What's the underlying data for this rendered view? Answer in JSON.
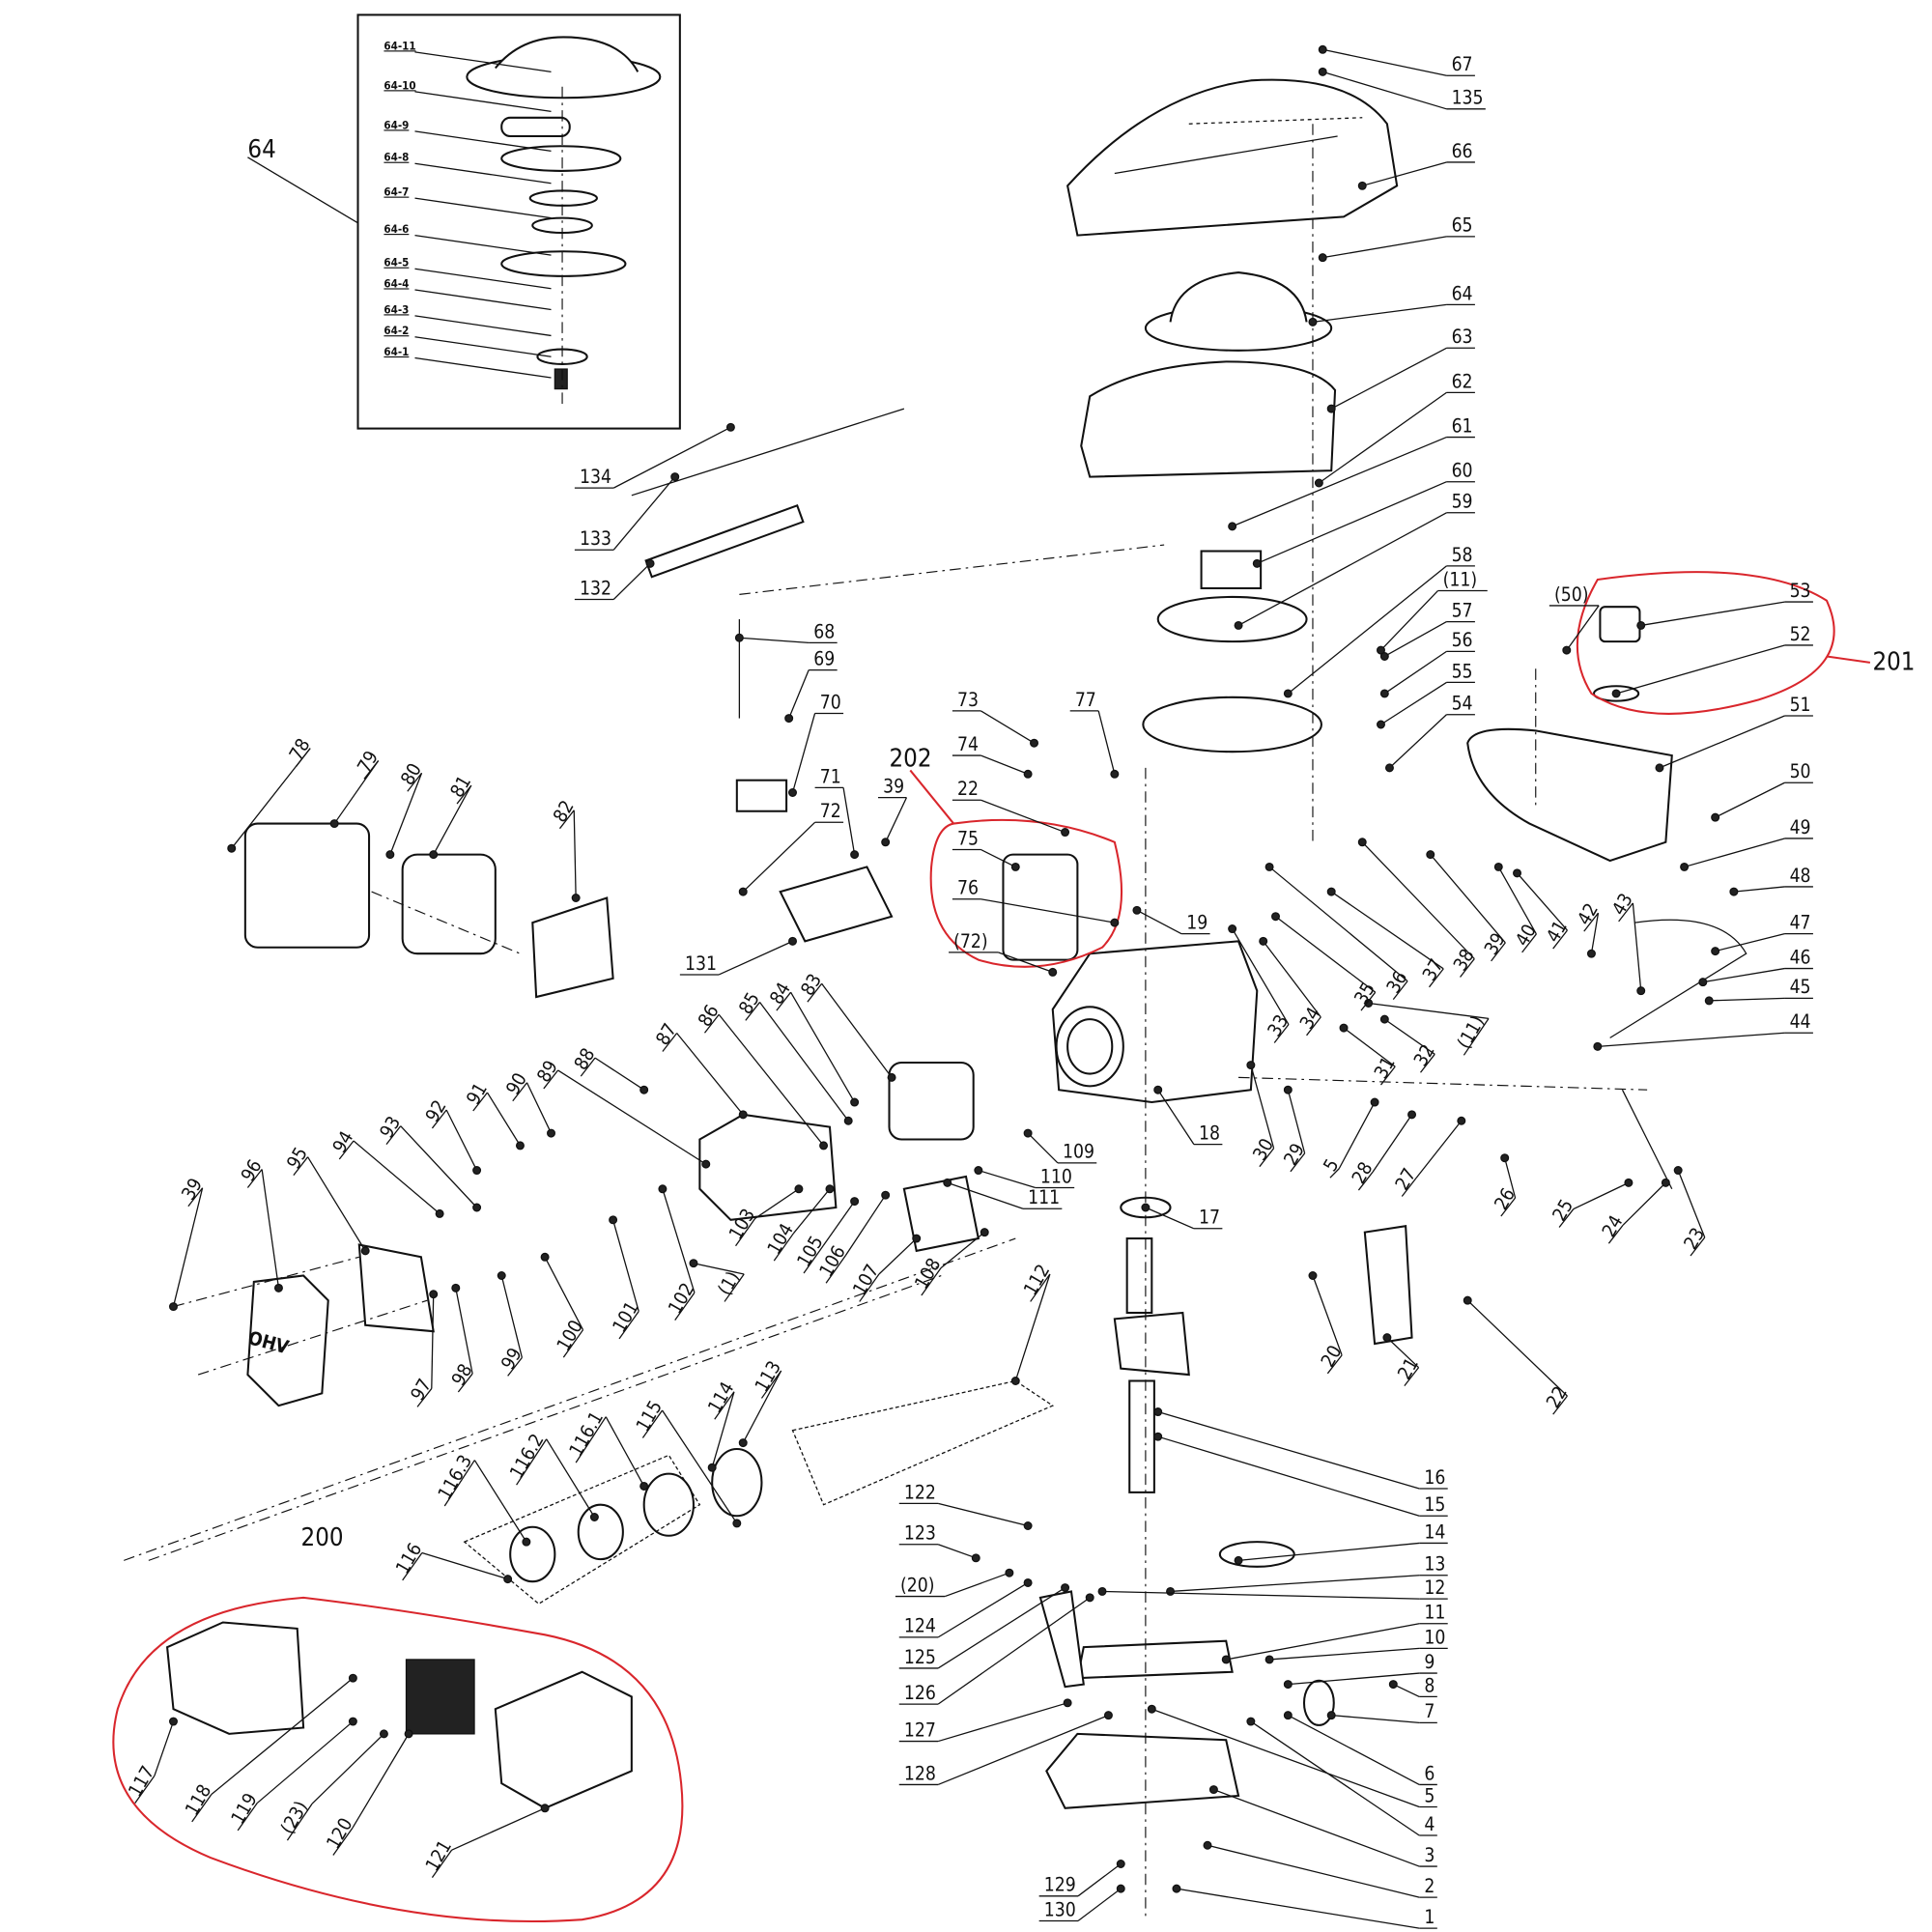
{
  "diagram": {
    "accent_color": "#d9262c",
    "group_labels": {
      "g200": "200",
      "g201": "201",
      "g202": "202",
      "g64": "64"
    },
    "cover_logo": "OHV",
    "inset_labels": [
      "64-11",
      "64-10",
      "64-9",
      "64-8",
      "64-7",
      "64-6",
      "64-5",
      "64-4",
      "64-3",
      "64-2",
      "64-1"
    ],
    "labels": [
      "67",
      "135",
      "66",
      "65",
      "64",
      "63",
      "62",
      "61",
      "60",
      "59",
      "58",
      "(11)",
      "57",
      "56",
      "55",
      "54",
      "53",
      "52",
      "(50)",
      "51",
      "50",
      "49",
      "48",
      "47",
      "46",
      "45",
      "44",
      "31",
      "32",
      "(11)",
      "33",
      "34",
      "35",
      "36",
      "37",
      "38",
      "39",
      "40",
      "41",
      "42",
      "43",
      "30",
      "29",
      "5",
      "28",
      "27",
      "26",
      "25",
      "24",
      "23",
      "20",
      "21",
      "22",
      "18",
      "17",
      "68",
      "69",
      "70",
      "71",
      "72",
      "39",
      "131",
      "73",
      "74",
      "77",
      "22",
      "75",
      "76",
      "19",
      "(72)",
      "83",
      "84",
      "85",
      "86",
      "87",
      "88",
      "89",
      "90",
      "91",
      "92",
      "93",
      "94",
      "95",
      "96",
      "39",
      "97",
      "98",
      "99",
      "100",
      "101",
      "102",
      "(1)",
      "103",
      "104",
      "105",
      "106",
      "107",
      "108",
      "109",
      "110",
      "111",
      "112",
      "113",
      "114",
      "115",
      "116.1",
      "116.2",
      "116.3",
      "116",
      "117",
      "118",
      "119",
      "(23)",
      "120",
      "121",
      "132",
      "133",
      "134",
      "78",
      "79",
      "80",
      "81",
      "82",
      "122",
      "123",
      "(20)",
      "124",
      "125",
      "126",
      "127",
      "128",
      "129",
      "130",
      "16",
      "15",
      "14",
      "13",
      "12",
      "11",
      "10",
      "9",
      "8",
      "7",
      "6",
      "5",
      "4",
      "3",
      "2",
      "1"
    ]
  }
}
